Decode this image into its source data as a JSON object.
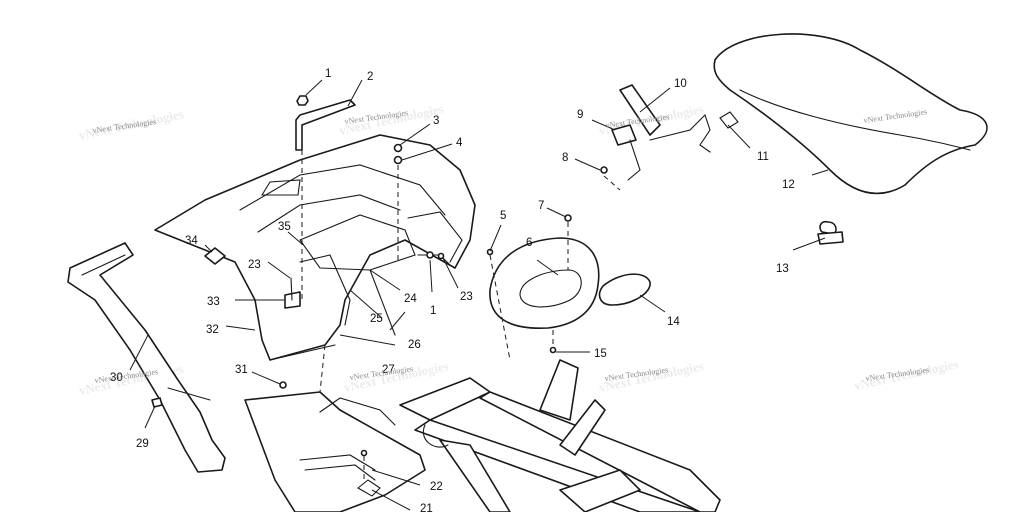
{
  "watermark": {
    "text": "vNext Technologies",
    "color": "#8a8a8a"
  },
  "callouts": [
    "1",
    "2",
    "3",
    "4",
    "5",
    "6",
    "7",
    "8",
    "9",
    "10",
    "11",
    "12",
    "13",
    "14",
    "15",
    "21",
    "22",
    "23",
    "24",
    "25",
    "26",
    "27",
    "29",
    "30",
    "31",
    "32",
    "33",
    "34",
    "35"
  ],
  "colors": {
    "line": "#1a1a1a",
    "background": "#ffffff"
  }
}
